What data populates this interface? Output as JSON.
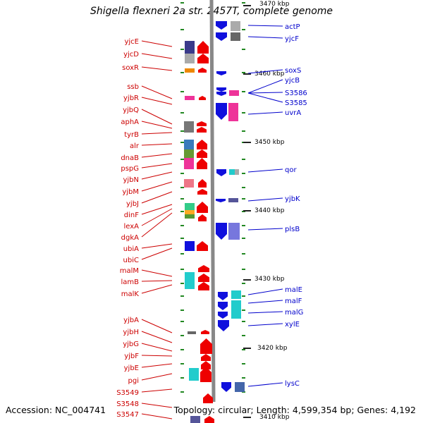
{
  "title": "Shigella flexneri 2a str. 2457T, complete genome",
  "footer": {
    "accession": "Accession: NC_004741",
    "topology": "Topology: circular; Length: 4,599,354 bp; Genes: 4,192"
  },
  "colors": {
    "left_label": "#cc0000",
    "right_label": "#0000cc",
    "forward_arrow": "#ee0000",
    "reverse_arrow": "#1010dd",
    "leader_line_left": "#cc0000",
    "leader_line_right": "#0000cc",
    "backbone": "#8a8a8a",
    "tick": "#228822"
  },
  "scale_labels": [
    "3470 kbp",
    "3460 kbp",
    "3450 kbp",
    "3440 kbp",
    "3430 kbp",
    "3420 kbp",
    "3410 kbp"
  ],
  "left_genes": [
    "yjcE",
    "yjcD",
    "soxR",
    "ssb",
    "yjbR",
    "yjbQ",
    "aphA",
    "tyrB",
    "alr",
    "dnaB",
    "pspG",
    "yjbN",
    "yjbM",
    "yjbJ",
    "dinF",
    "lexA",
    "dgkA",
    "ubiA",
    "ubiC",
    "malM",
    "lamB",
    "malK",
    "yjbA",
    "yjbH",
    "yjbG",
    "yjbF",
    "yjbE",
    "pgi",
    "S3549",
    "S3548",
    "S3547"
  ],
  "right_genes": [
    "actP",
    "yjcF",
    "soxS",
    "yjcB",
    "S3586",
    "S3585",
    "uvrA",
    "qor",
    "yjbK",
    "plsB",
    "malE",
    "malF",
    "malG",
    "xylE",
    "lysC"
  ]
}
